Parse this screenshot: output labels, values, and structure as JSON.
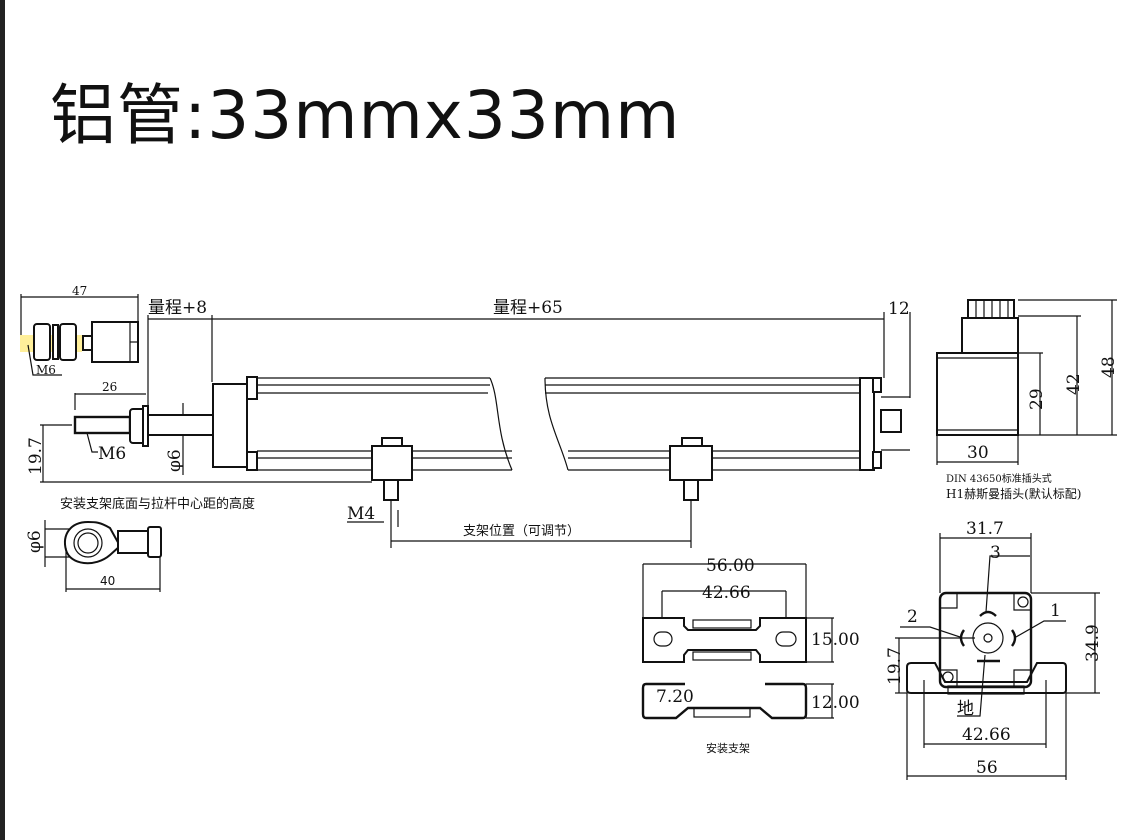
{
  "title": "铝管:33mmx33mm",
  "main_view": {
    "stroke_plus_8": "量程+8",
    "stroke_plus_65": "量程+65",
    "dim_12": "12",
    "dim_47": "47",
    "dim_26": "26",
    "dim_19_7": "19.7",
    "thread_m6_top": "M6",
    "thread_m6": "M6",
    "dia_6": "φ6",
    "thread_m4": "M4",
    "bracket_position": "支架位置（可调节）",
    "height_note": "安装支架底面与拉杆中心距的高度"
  },
  "rod_end": {
    "dia_6": "φ6",
    "dim_40": "40"
  },
  "connector": {
    "dim_29": "29",
    "dim_42": "42",
    "dim_48": "48",
    "dim_30": "30",
    "note_din": "DIN 43650标准插头式",
    "note_h1": "H1赫斯曼插头(默认标配)"
  },
  "bracket": {
    "dim_56": "56.00",
    "dim_42_66": "42.66",
    "dim_15": "15.00",
    "dim_12": "12.00",
    "dim_7_2": "7.20",
    "caption": "安装支架"
  },
  "end_view": {
    "dim_31_7": "31.7",
    "pin_3": "3",
    "pin_2": "2",
    "pin_1": "1",
    "ground": "地",
    "dim_34_9": "34.9",
    "dim_19_7": "19.7",
    "dim_42_66": "42.66",
    "dim_56": "56"
  }
}
